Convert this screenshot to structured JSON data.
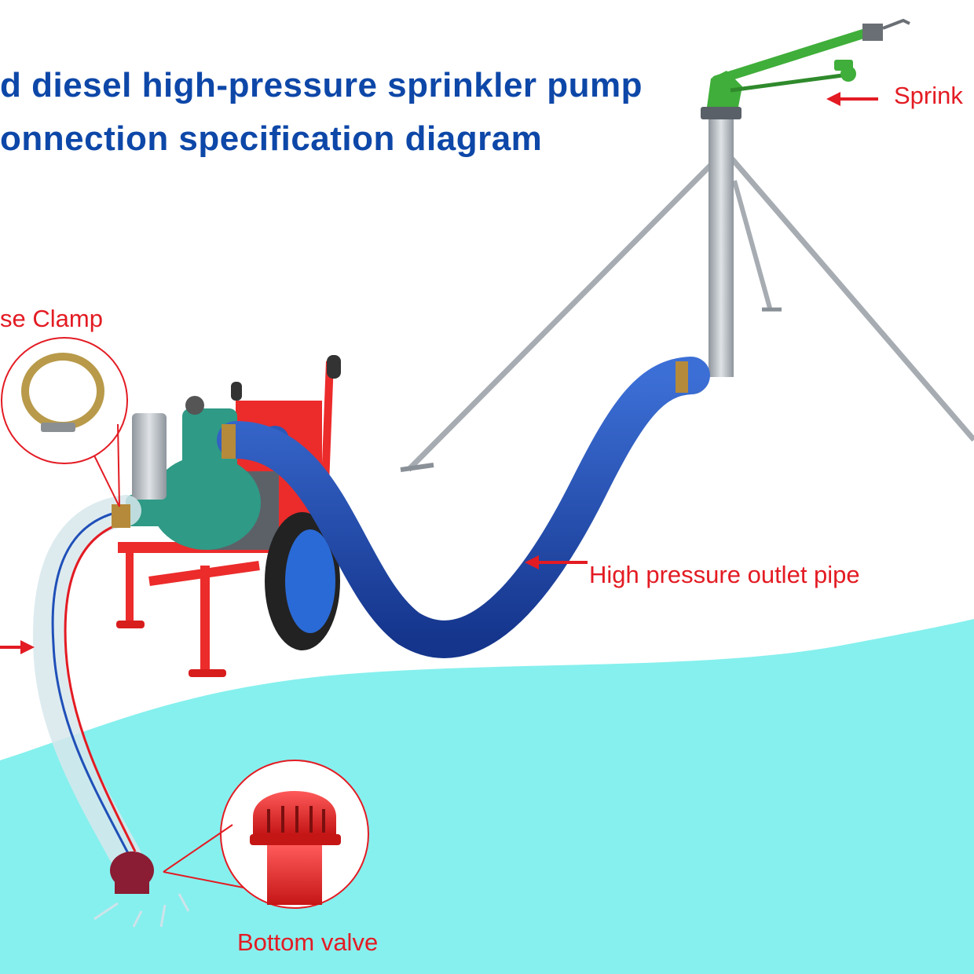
{
  "title": {
    "line1": "d diesel high-pressure sprinkler pump",
    "line2": "onnection specification diagram"
  },
  "labels": {
    "sprinkler": "Sprink",
    "hose_clamp": "se Clamp",
    "outlet_pipe": "High pressure outlet pipe",
    "bottom_valve": "Bottom valve"
  },
  "colors": {
    "title": "#0d47a8",
    "label": "#e31b23",
    "water": "#86f0ee",
    "pump_frame": "#ec2b2b",
    "pump_body": "#2f9a86",
    "outlet_hose": "#1f4fb8",
    "sprinkler_gun": "#3fae3a",
    "stand": "#b7bcc2"
  },
  "icons": [
    "arrow-icon",
    "hose-clamp-icon",
    "bottom-valve-icon",
    "pump-icon",
    "sprinkler-icon",
    "tripod-icon"
  ]
}
